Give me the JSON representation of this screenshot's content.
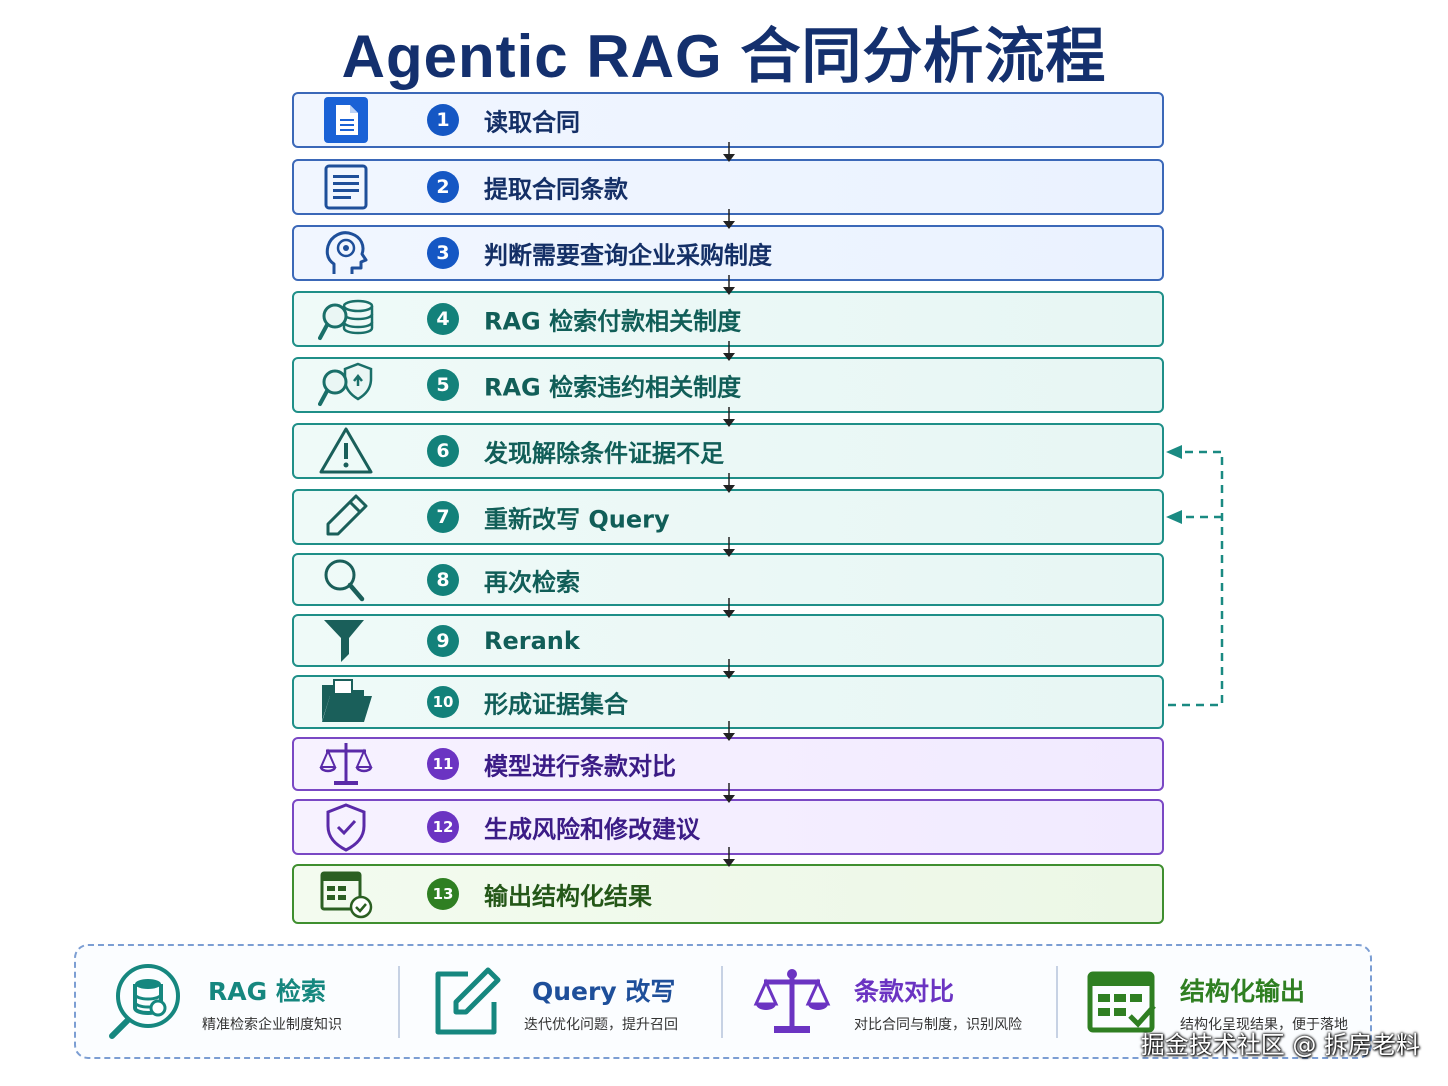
{
  "title": "Agentic RAG 合同分析流程",
  "steps": [
    {
      "num": "1",
      "label": "读取合同",
      "icon": "document-icon",
      "group": "blue"
    },
    {
      "num": "2",
      "label": "提取合同条款",
      "icon": "list-icon",
      "group": "blue"
    },
    {
      "num": "3",
      "label": "判断需要查询企业采购制度",
      "icon": "brain-head-icon",
      "group": "blue"
    },
    {
      "num": "4",
      "label": "RAG 检索付款相关制度",
      "icon": "search-database-icon",
      "group": "teal"
    },
    {
      "num": "5",
      "label": "RAG 检索违约相关制度",
      "icon": "search-shield-icon",
      "group": "teal"
    },
    {
      "num": "6",
      "label": "发现解除条件证据不足",
      "icon": "warning-icon",
      "group": "teal"
    },
    {
      "num": "7",
      "label": "重新改写 Query",
      "icon": "pencil-icon",
      "group": "teal"
    },
    {
      "num": "8",
      "label": "再次检索",
      "icon": "magnifier-icon",
      "group": "teal"
    },
    {
      "num": "9",
      "label": "Rerank",
      "icon": "funnel-icon",
      "group": "teal"
    },
    {
      "num": "10",
      "label": "形成证据集合",
      "icon": "folder-icon",
      "group": "teal"
    },
    {
      "num": "11",
      "label": "模型进行条款对比",
      "icon": "scales-icon",
      "group": "purple"
    },
    {
      "num": "12",
      "label": "生成风险和修改建议",
      "icon": "shield-check-icon",
      "group": "purple"
    },
    {
      "num": "13",
      "label": "输出结构化结果",
      "icon": "table-check-icon",
      "group": "green"
    }
  ],
  "legend": [
    {
      "title": "RAG 检索",
      "desc": "精准检索企业制度知识",
      "icon": "database-search-icon",
      "color": "#16877f"
    },
    {
      "title": "Query 改写",
      "desc": "迭代优化问题，提升召回",
      "icon": "edit-icon",
      "color": "#1e4f9a"
    },
    {
      "title": "条款对比",
      "desc": "对比合同与制度，识别风险",
      "icon": "scales-icon",
      "color": "#6b34c2"
    },
    {
      "title": "结构化输出",
      "desc": "结构化呈现结果，便于落地",
      "icon": "table-check-icon",
      "color": "#2f7f22"
    }
  ],
  "watermark": "掘金技术社区 @ 拆房老料"
}
